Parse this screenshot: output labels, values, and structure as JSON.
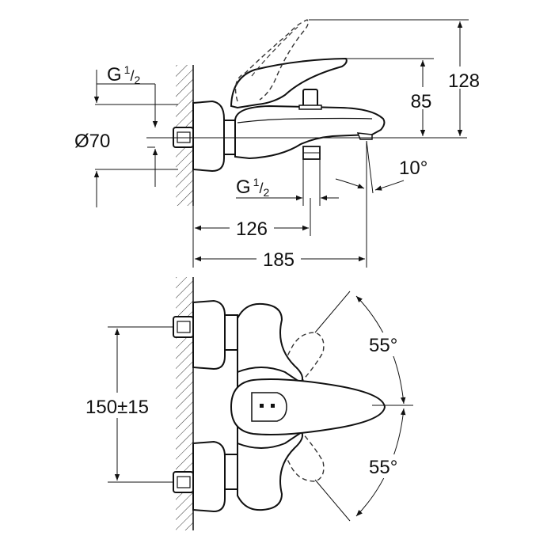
{
  "dimensions": {
    "thread_top": {
      "letter": "G",
      "num": "1",
      "den": "2"
    },
    "thread_bottom": {
      "letter": "G",
      "num": "1",
      "den": "2"
    },
    "diameter": "Ø70",
    "height_total": "128",
    "height_spout": "85",
    "spout_angle": "10°",
    "projection_inlet": "126",
    "projection_spout": "185",
    "center_distance": "150±15",
    "lever_up": "55°",
    "lever_down": "55°"
  }
}
